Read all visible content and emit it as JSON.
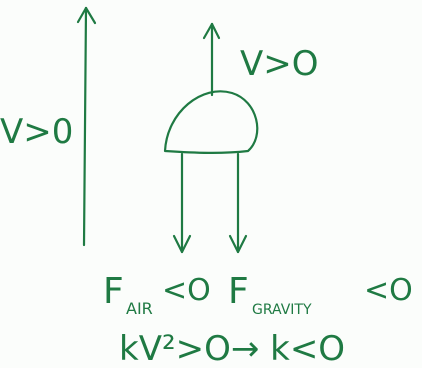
{
  "labels": {
    "left_velocity": "V>0",
    "top_velocity": "V>O",
    "f_air": "F",
    "f_air_sub": "AIR",
    "f_air_rel": "<O",
    "f_gravity": "F",
    "f_gravity_sub": "GRAVITY",
    "f_gravity_rel": "<O",
    "equation": "kV²>O→ k<O"
  }
}
